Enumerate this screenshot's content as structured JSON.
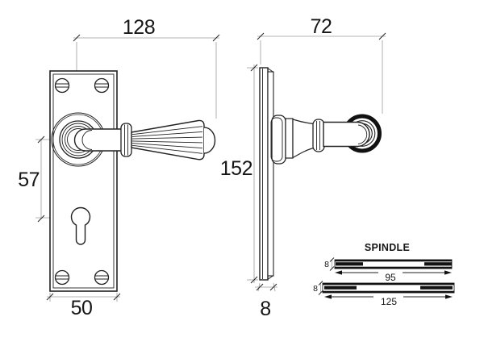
{
  "drawing": {
    "background_color": "#ffffff",
    "object_line_color": "#222222",
    "dimension_line_color": "#9b9b9b",
    "text_color": "#161616"
  },
  "front_view": {
    "description": "lever handle on backplate, front elevation",
    "dim_length": "128",
    "dim_centres": "57",
    "dim_plate_width": "50"
  },
  "side_view": {
    "description": "lever handle on backplate, side elevation",
    "dim_projection": "72",
    "dim_plate_height": "152",
    "dim_plate_thickness": "8"
  },
  "spindle_section": {
    "title": "SPINDLE",
    "spindles": [
      {
        "dim_height": "8",
        "dim_length": "95"
      },
      {
        "dim_height": "8",
        "dim_length": "125"
      }
    ]
  }
}
